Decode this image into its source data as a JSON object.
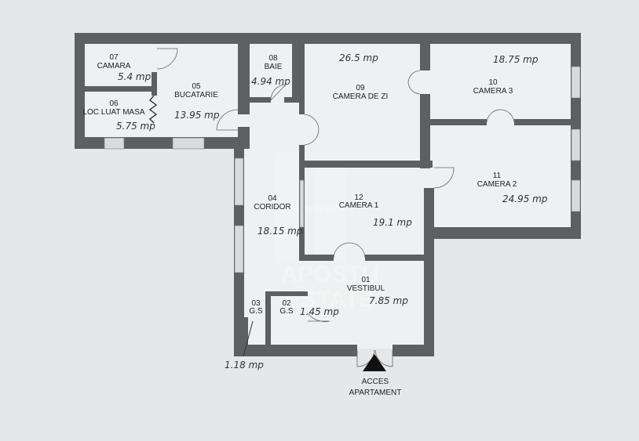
{
  "rooms": [
    {
      "number": "07",
      "name": "CAMARA",
      "area": "5.4 mp"
    },
    {
      "number": "06",
      "name": "LOC LUAT MASA",
      "area": "5.75 mp"
    },
    {
      "number": "05",
      "name": "BUCATARIE",
      "area": "13.95 mp"
    },
    {
      "number": "08",
      "name": "BAIE",
      "area": "4.94 mp"
    },
    {
      "number": "09",
      "name": "CAMERA DE ZI",
      "area": "26.5 mp"
    },
    {
      "number": "10",
      "name": "CAMERA 3",
      "area": "18.75 mp"
    },
    {
      "number": "11",
      "name": "CAMERA 2",
      "area": "24.95 mp"
    },
    {
      "number": "04",
      "name": "CORIDOR",
      "area": "18.15 mp"
    },
    {
      "number": "12",
      "name": "CAMERA 1",
      "area": "19.1 mp"
    },
    {
      "number": "01",
      "name": "VESTIBUL",
      "area": "7.85 mp"
    },
    {
      "number": "02",
      "name": "G.S",
      "area": "1.45 mp"
    },
    {
      "number": "03",
      "name": "G.S",
      "area": "1.18 mp"
    }
  ],
  "entrance": {
    "line1": "ACCES",
    "line2": "APARTAMENT",
    "icon": "triangle-up-icon"
  },
  "watermark": {
    "line1": "APOSTU",
    "line2": "ESTATE",
    "small": "APOSTU ESTATE"
  },
  "colors": {
    "wall": "#5e5f61",
    "paper": "#e6e7e9"
  }
}
